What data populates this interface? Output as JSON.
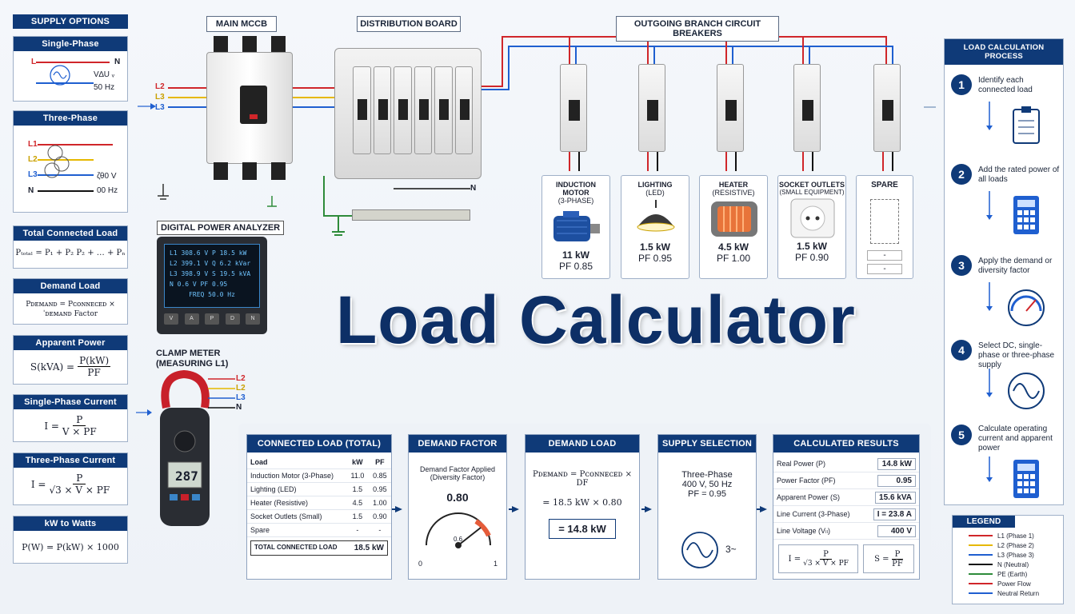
{
  "title": "Load Calculator",
  "colors": {
    "navy": "#0f3a78",
    "L1": "#d0262a",
    "L2": "#e6b800",
    "L3": "#1f5fd0",
    "N": "#111111",
    "PE": "#2e8b3a"
  },
  "supply": {
    "header": "SUPPLY OPTIONS",
    "single": {
      "header": "Single-Phase",
      "L": "L",
      "N": "N",
      "voltage": "V∆U ᵥ",
      "freq": "50 Hz"
    },
    "three": {
      "header": "Three-Phase",
      "L1": "L1",
      "L2": "L2",
      "L3": "L3",
      "N": "N",
      "voltage": "ζθ0 V",
      "freq": "00 Hz"
    }
  },
  "formulas": [
    {
      "header": "Total Connected Load",
      "text": "Pₜₒₜₐₗ = P₁ + P₂ P₂ + … + Pₙ"
    },
    {
      "header": "Demand Load",
      "text": "Pᴅᴇᴍᴀɴᴅ = Pᴄᴏɴɴᴇᴄᴇᴅ × ˈᴅᴇᴍᴀɴᴅ Factor"
    },
    {
      "header": "Apparent Power",
      "lhs": "S(kVA) =",
      "num": "P(kW)",
      "den": "PF"
    },
    {
      "header": "Single-Phase Current",
      "lhs": "I =",
      "num": "P",
      "den": "V × PF"
    },
    {
      "header": "Three-Phase Current",
      "lhs": "I =",
      "num": "P",
      "den": "√3 × V × PF"
    },
    {
      "header": "kW to Watts",
      "text": "P(W) = P(kW) × 1000"
    }
  ],
  "mccb": {
    "label": "MAIN MCCB",
    "L1": "L2",
    "L2": "L3",
    "L3": "L3"
  },
  "distribution": {
    "label": "DISTRIBUTION BOARD",
    "n_label": "N"
  },
  "branch_label": "OUTGOING BRANCH CIRCUIT BREAKERS",
  "loads": [
    {
      "name": "INDUCTION MOTOR",
      "sub": "(3-PHASE)",
      "kw": "11 kW",
      "pf": "PF 0.85",
      "icon": "motor-icon"
    },
    {
      "name": "LIGHTING",
      "sub": "(LED)",
      "kw": "1.5 kW",
      "pf": "PF 0.95",
      "icon": "lamp-icon"
    },
    {
      "name": "HEATER",
      "sub": "(RESISTIVE)",
      "kw": "4.5 kW",
      "pf": "PF 1.00",
      "icon": "heater-icon"
    },
    {
      "name": "SOCKET OUTLETS",
      "sub": "(SMALL EQUIPMENT)",
      "kw": "1.5 kW",
      "pf": "PF 0.90",
      "icon": "socket-icon"
    },
    {
      "name": "SPARE",
      "sub": "",
      "kw": "-",
      "pf": "-",
      "icon": "spare-icon"
    }
  ],
  "analyzer": {
    "label": "DIGITAL POWER ANALYZER",
    "lines": [
      "L1  308.6 V   P   18.5 kW",
      "L2  399.1 V   Q    6.2 kVar",
      "L3  398.9 V   S   19.5 kVA",
      "N     0.6 V   PF     0.95"
    ],
    "freq": "FREQ  50.0 Hz",
    "buttons": [
      "V",
      "A",
      "P",
      "D",
      "N"
    ]
  },
  "clamp": {
    "label1": "CLAMP METER",
    "label2": "(MEASURING L1)",
    "display": "287",
    "wires": [
      "L2",
      "L2",
      "L3",
      "N"
    ]
  },
  "connected_load": {
    "header": "CONNECTED LOAD (TOTAL)",
    "cols": [
      "Load",
      "kW",
      "PF"
    ],
    "rows": [
      [
        "Induction Motor (3-Phase)",
        "11.0",
        "0.85"
      ],
      [
        "Lighting (LED)",
        "1.5",
        "0.95"
      ],
      [
        "Heater (Resistive)",
        "4.5",
        "1.00"
      ],
      [
        "Socket Outlets (Small)",
        "1.5",
        "0.90"
      ],
      [
        "Spare",
        "-",
        "-"
      ]
    ],
    "total_label": "TOTAL CONNECTED LOAD",
    "total_value": "18.5 kW"
  },
  "demand_factor": {
    "header": "DEMAND FACTOR",
    "line1": "Demand Factor Applied",
    "line2": "(Diversity Factor)",
    "value": "0.80",
    "gauge_min": "0",
    "gauge_max": "1",
    "gauge_mid": "0.6"
  },
  "demand_load": {
    "header": "DEMAND LOAD",
    "formula": "Pᴅᴇᴍᴀɴᴅ = Pᴄᴏɴɴᴇᴄᴇᴅ × DF",
    "calc": "= 18.5 kW × 0.80",
    "result": "= 14.8 kW"
  },
  "supply_selection": {
    "header": "SUPPLY SELECTION",
    "line1": "Three-Phase",
    "line2": "400 V, 50 Hz",
    "line3": "PF = 0.95",
    "symbol": "3~"
  },
  "results": {
    "header": "CALCULATED RESULTS",
    "rows": [
      [
        "Real Power (P)",
        "14.8 kW"
      ],
      [
        "Power Factor (PF)",
        "0.95"
      ],
      [
        "Apparent Power (S)",
        "15.6 kVA"
      ],
      [
        "Line Current (3-Phase)",
        "I = 23.8 A"
      ],
      [
        "Line Voltage (Vₗₗ)",
        "400 V"
      ]
    ],
    "f1_lhs": "I =",
    "f1_num": "P",
    "f1_den": "√3 × V × PF",
    "f2_lhs": "S =",
    "f2_num": "P",
    "f2_den": "PF"
  },
  "process": {
    "header": "LOAD CALCULATION PROCESS",
    "steps": [
      {
        "n": "1",
        "text": "Identify each connected load",
        "icon": "clipboard-icon"
      },
      {
        "n": "2",
        "text": "Add the rated power of all loads",
        "icon": "calculator-icon"
      },
      {
        "n": "3",
        "text": "Apply the demand or diversity factor",
        "icon": "gauge-icon"
      },
      {
        "n": "4",
        "text": "Select DC, single-phase or three-phase supply",
        "icon": "sine-icon"
      },
      {
        "n": "5",
        "text": "Calculate operating current and apparent power",
        "icon": "calculator-icon"
      }
    ]
  },
  "legend": {
    "header": "LEGEND",
    "items": [
      {
        "label": "L1 (Phase 1)",
        "color": "#d0262a"
      },
      {
        "label": "L2 (Phase 2)",
        "color": "#e6b800"
      },
      {
        "label": "L3 (Phase 3)",
        "color": "#1f5fd0"
      },
      {
        "label": "N (Neutral)",
        "color": "#111111"
      },
      {
        "label": "PE (Earth)",
        "color": "#2e8b3a"
      },
      {
        "label": "Power Flow",
        "color": "#d0262a"
      },
      {
        "label": "Neutral Return",
        "color": "#1f5fd0"
      }
    ]
  }
}
